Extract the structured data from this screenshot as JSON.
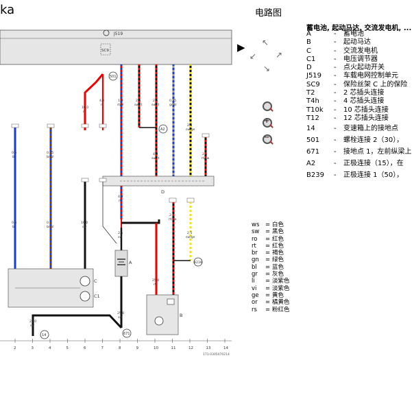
{
  "partial_title": "ka",
  "page_title": "电路图",
  "legend": {
    "heading": "蓄电池, 起动马达, 交流发电机, ...",
    "items": [
      {
        "code": "A",
        "dash": "-",
        "text": "蓄电池"
      },
      {
        "code": "B",
        "dash": "-",
        "text": "起动马达"
      },
      {
        "code": "C",
        "dash": "-",
        "text": "交流发电机"
      },
      {
        "code": "C1",
        "dash": "-",
        "text": "电压调节器"
      },
      {
        "code": "D",
        "dash": "-",
        "text": "点火起动开关"
      },
      {
        "code": "J519",
        "dash": "-",
        "text": "车载电网控制单元"
      },
      {
        "code": "SC9",
        "dash": "-",
        "text": "保险丝架 C 上的保险"
      },
      {
        "code": "T2",
        "dash": "-",
        "text": "2 芯插头连接"
      },
      {
        "code": "T4h",
        "dash": "-",
        "text": "4 芯插头连接"
      },
      {
        "code": "T10k",
        "dash": "-",
        "text": "10 芯插头连接"
      },
      {
        "code": "T12",
        "dash": "-",
        "text": "12 芯插头连接"
      },
      {
        "code": "14",
        "dash": "-",
        "text": "变速箱上的接地点"
      },
      {
        "code": "501",
        "dash": "-",
        "text": "螺栓连接 2（30），"
      },
      {
        "code": "671",
        "dash": "-",
        "text": "接地点 1，左前纵梁上"
      },
      {
        "code": "A2",
        "dash": "-",
        "text": "正极连接（15），在"
      },
      {
        "code": "B239",
        "dash": "-",
        "text": "正极连接 1（50），"
      }
    ]
  },
  "color_key": [
    {
      "code": "ws",
      "text": "白色"
    },
    {
      "code": "sw",
      "text": "黑色"
    },
    {
      "code": "ro",
      "text": "红色"
    },
    {
      "code": "rt",
      "text": "红色"
    },
    {
      "code": "br",
      "text": "褐色"
    },
    {
      "code": "gn",
      "text": "绿色"
    },
    {
      "code": "bl",
      "text": "蓝色"
    },
    {
      "code": "gr",
      "text": "灰色"
    },
    {
      "code": "li",
      "text": "淡紫色"
    },
    {
      "code": "vi",
      "text": "淡紫色"
    },
    {
      "code": "ge",
      "text": "黄色"
    },
    {
      "code": "or",
      "text": "橘黄色"
    },
    {
      "code": "rs",
      "text": "粉红色"
    }
  ],
  "diagram": {
    "top_box_label": "J519",
    "fuse_label": "SC9",
    "nodes": {
      "n1": "501",
      "n2": "A2",
      "n3": "B239",
      "n4": "671",
      "n5": "14"
    },
    "components": {
      "battery": "A",
      "starter": "B",
      "alternator": "C",
      "regulator": "C1",
      "ignition_switch": "D"
    },
    "wire_labels": [
      {
        "id": "w1",
        "size": "10.0",
        "color": "rt"
      },
      {
        "id": "w2",
        "size": "4.0",
        "color": "rt"
      },
      {
        "id": "w3",
        "size": "1.0",
        "color": "rt/bl"
      },
      {
        "id": "w4",
        "size": "2.5",
        "color": "sw/rt"
      },
      {
        "id": "w5",
        "size": "2.5",
        "color": "sw/rt"
      },
      {
        "id": "w6",
        "size": "0.35",
        "color": "gr/bl"
      },
      {
        "id": "w7",
        "size": "2.5",
        "color": "sw/ge"
      },
      {
        "id": "w8",
        "size": "2.5",
        "color": "rt/sw"
      },
      {
        "id": "w9",
        "size": "4.0",
        "color": "sw/rt"
      },
      {
        "id": "w10",
        "size": "0.5",
        "color": "bl"
      },
      {
        "id": "w11",
        "size": "0.35",
        "color": "br/bl"
      },
      {
        "id": "w12",
        "size": "0.5",
        "color": "bl"
      },
      {
        "id": "w13",
        "size": "0.5",
        "color": "br/bl"
      },
      {
        "id": "w14",
        "size": "16.0",
        "color": "sw"
      },
      {
        "id": "w15",
        "size": "4.0",
        "color": "rt"
      },
      {
        "id": "w16",
        "size": "2.5",
        "color": "sw"
      },
      {
        "id": "w17",
        "size": "2.5",
        "color": "rt/sw"
      },
      {
        "id": "w18",
        "size": "2.5",
        "color": "sw/ge"
      },
      {
        "id": "w19",
        "size": "25.0",
        "color": "rt"
      },
      {
        "id": "w20",
        "size": "25.0",
        "color": "sw"
      },
      {
        "id": "w21",
        "size": "25.0",
        "color": "sw"
      }
    ],
    "axis_numbers": [
      "2",
      "3",
      "4",
      "5",
      "6",
      "7",
      "8",
      "9",
      "10",
      "11",
      "12",
      "13",
      "14"
    ],
    "doc_id": "171-0305070214"
  }
}
